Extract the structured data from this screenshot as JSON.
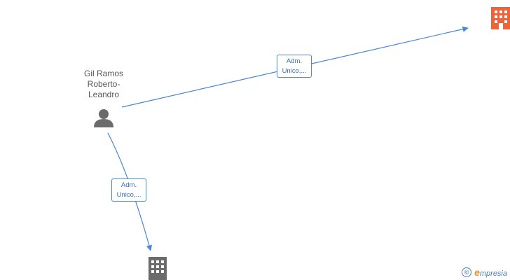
{
  "diagram": {
    "person": {
      "name_lines": [
        "Gil Ramos",
        "Roberto-",
        "Leandro"
      ],
      "icon": "person-icon",
      "color": "#6b6b6b"
    },
    "companies": [
      {
        "icon": "building-icon",
        "color": "#f0623a"
      },
      {
        "icon": "building-icon",
        "color": "#6b6b6b"
      }
    ],
    "edges": [
      {
        "from": "person",
        "to": "company-1",
        "label_lines": [
          "Adm.",
          "Unico,..."
        ]
      },
      {
        "from": "person",
        "to": "company-2",
        "label_lines": [
          "Adm.",
          "Unico,..."
        ]
      }
    ],
    "edge_color": "#4a86d4"
  },
  "watermark": {
    "symbol": "©",
    "initial": "e",
    "rest": "mpresia"
  }
}
